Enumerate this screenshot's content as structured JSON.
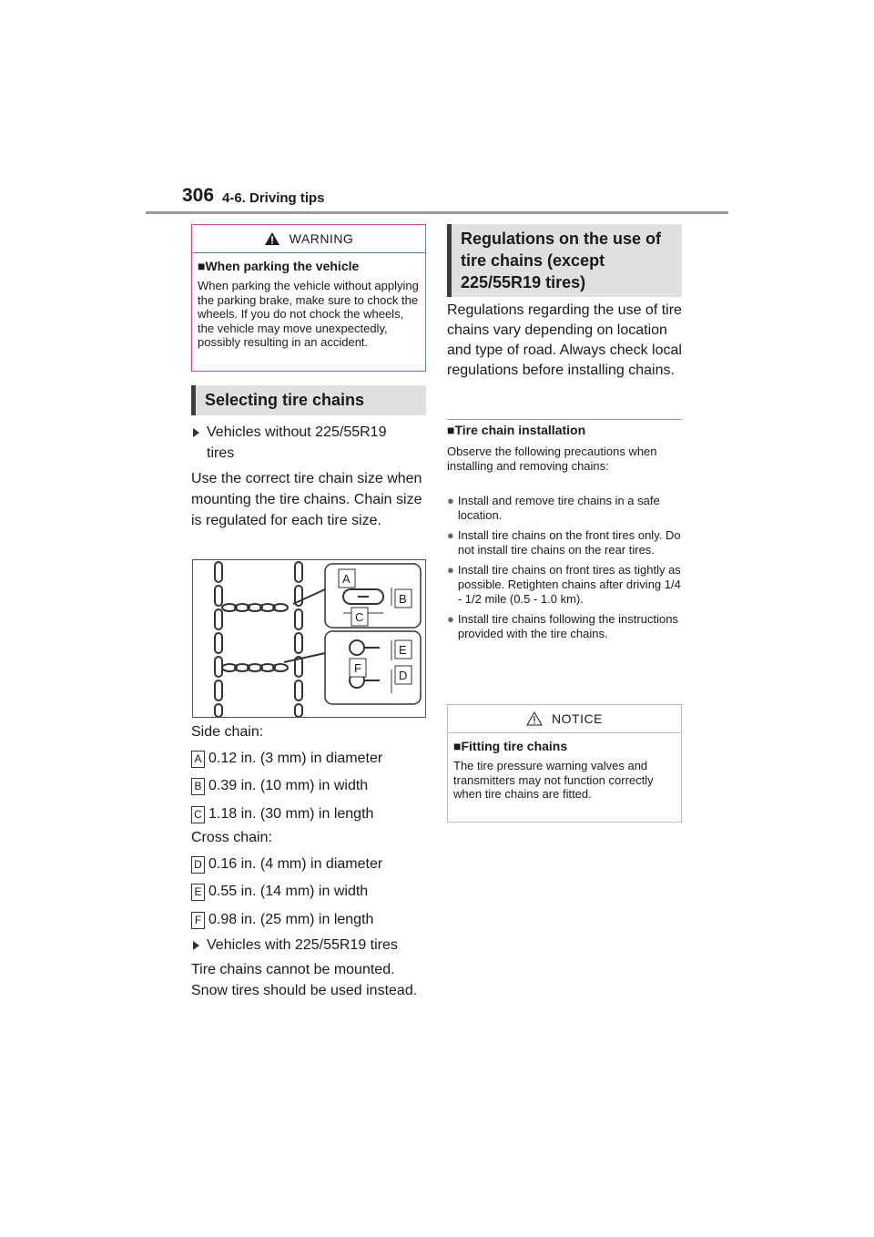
{
  "header": {
    "page_number": "306",
    "section": "4-6. Driving tips"
  },
  "warning": {
    "title": "WARNING",
    "subheading": "When parking the vehicle",
    "body": "When parking the vehicle without applying the parking brake, make sure to chock the wheels. If you do not chock the wheels, the vehicle may move unexpectedly, possibly resulting in an accident."
  },
  "selecting": {
    "heading": "Selecting tire chains",
    "subhead1": "Vehicles without 225/55R19 tires",
    "para1": "Use the correct tire chain size when mounting the tire chains. Chain size is regulated for each tire size.",
    "figure_labels": [
      "A",
      "B",
      "C",
      "E",
      "F",
      "D"
    ],
    "side_chain_label": "Side chain:",
    "side_items": [
      {
        "letter": "A",
        "text": "0.12 in. (3 mm) in diameter"
      },
      {
        "letter": "B",
        "text": "0.39 in. (10 mm) in width"
      },
      {
        "letter": "C",
        "text": "1.18 in. (30 mm) in length"
      }
    ],
    "cross_chain_label": "Cross chain:",
    "cross_items": [
      {
        "letter": "D",
        "text": "0.16 in. (4 mm) in diameter"
      },
      {
        "letter": "E",
        "text": "0.55 in. (14 mm) in width"
      },
      {
        "letter": "F",
        "text": "0.98 in. (25 mm) in length"
      }
    ],
    "subhead2": "Vehicles with 225/55R19 tires",
    "para2": "Tire chains cannot be mounted. Snow tires should be used instead."
  },
  "regulations": {
    "heading": "Regulations on the use of tire chains (except 225/55R19 tires)",
    "para": "Regulations regarding the use of tire chains vary depending on location and type of road. Always check local regulations before installing chains.",
    "installation_heading": "Tire chain installation",
    "installation_intro": "Observe the following precautions when installing and removing chains:",
    "bullets": [
      "Install and remove tire chains in a safe location.",
      "Install tire chains on the front tires only. Do not install tire chains on the rear tires.",
      "Install tire chains on front tires as tightly as possible. Retighten chains after driving 1/4 - 1/2 mile (0.5 - 1.0 km).",
      "Install tire chains following the instructions provided with the tire chains."
    ]
  },
  "notice": {
    "title": "NOTICE",
    "subheading": "Fitting tire chains",
    "body": "The tire pressure warning valves and transmitters may not function correctly when tire chains are fitted."
  },
  "colors": {
    "warning_border": "#d24b8c",
    "heading_bar": "#e0e0e0",
    "heading_accent": "#3d3d3d"
  }
}
